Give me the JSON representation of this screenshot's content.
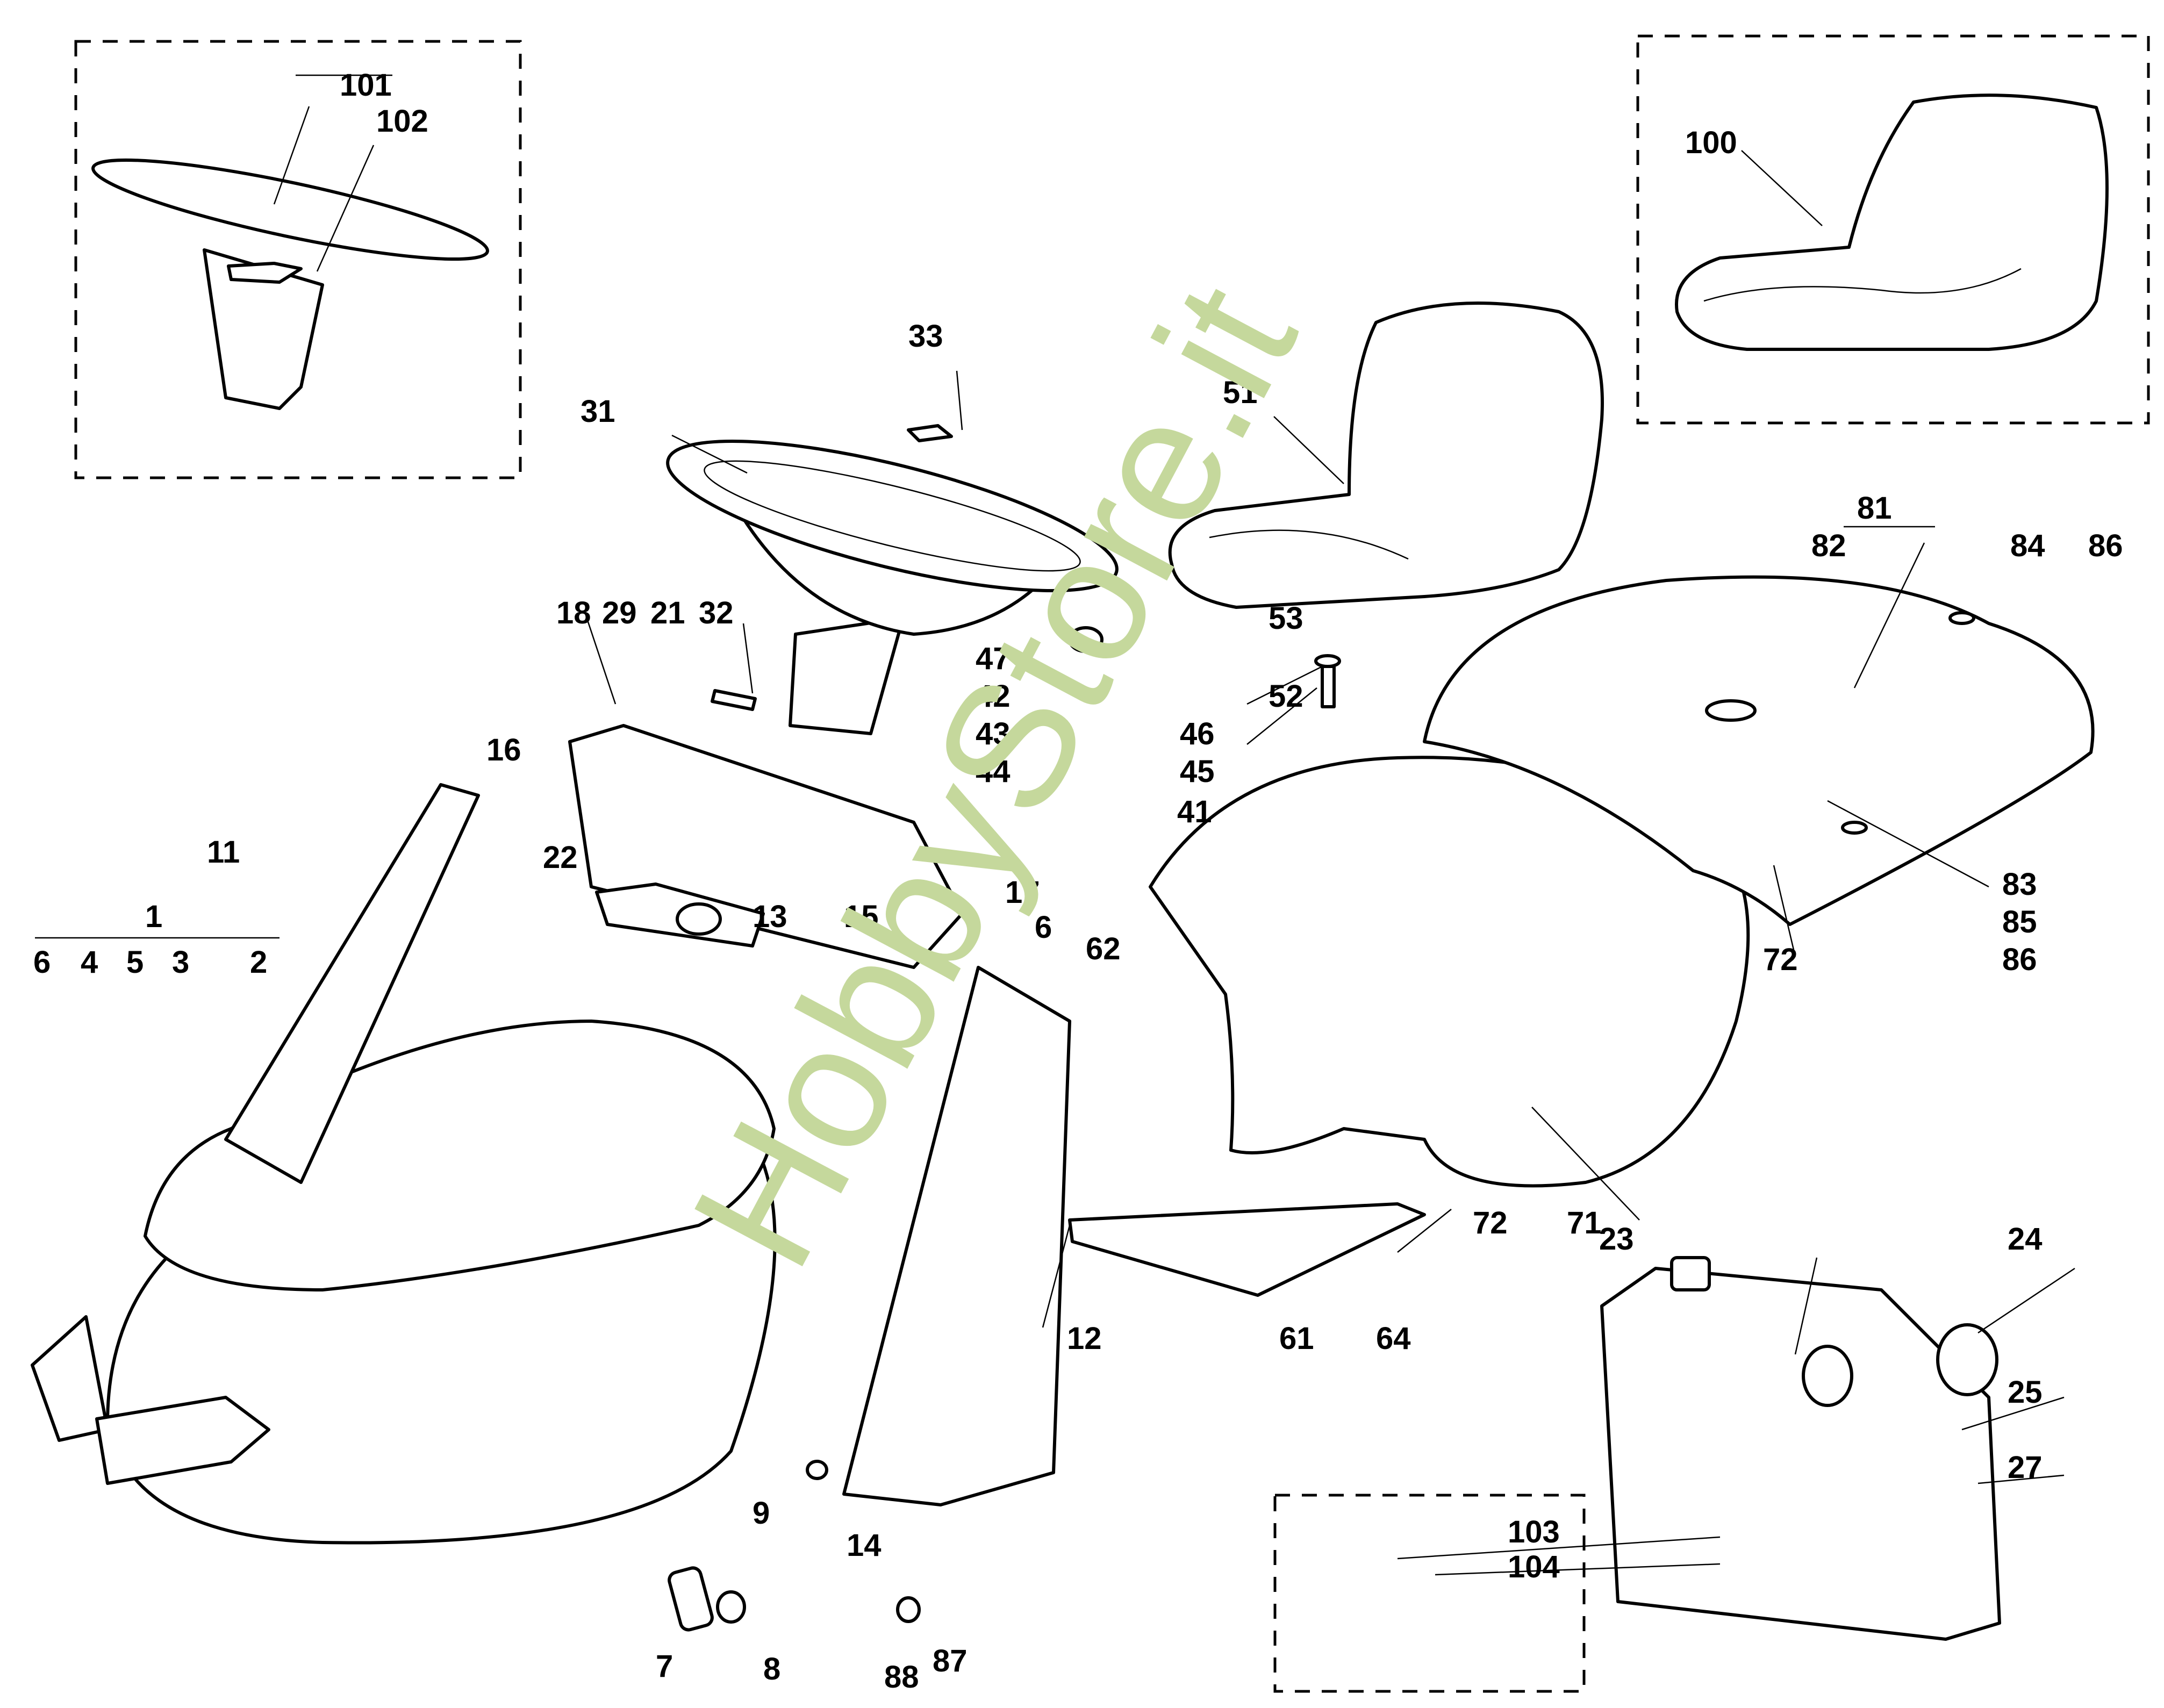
{
  "diagram": {
    "title": "Tractor body, seat, steering wheel and fuel tank exploded parts view",
    "watermark": "HobbyStore.it",
    "watermark_color": "#c5d89c",
    "line_color": "#000000",
    "background": "#ffffff",
    "insets": [
      {
        "name": "steering-wheel-alt",
        "parts": [
          "101",
          "102"
        ]
      },
      {
        "name": "seat-alt",
        "parts": [
          "100"
        ]
      },
      {
        "name": "tank-bracket-alt",
        "parts": [
          "103",
          "104"
        ]
      }
    ],
    "labels": {
      "p1": "1",
      "p2": "2",
      "p3": "3",
      "p4": "4",
      "p5": "5",
      "p6": "6",
      "p7": "7",
      "p8": "8",
      "p9": "9",
      "p11": "11",
      "p12": "12",
      "p13": "13",
      "p14": "14",
      "p15": "15",
      "p16": "16",
      "p17": "17",
      "p18": "18",
      "p21": "21",
      "p22": "22",
      "p23": "23",
      "p24": "24",
      "p25": "25",
      "p27": "27",
      "p29": "29",
      "p31": "31",
      "p32": "32",
      "p33": "33",
      "p41": "41",
      "p42": "42",
      "p43": "43",
      "p44": "44",
      "p45": "45",
      "p46": "46",
      "p47": "47",
      "p51": "51",
      "p52": "52",
      "p53": "53",
      "p6b": "6",
      "p61": "61",
      "p62": "62",
      "p64": "64",
      "p71": "71",
      "p72a": "72",
      "p72b": "72",
      "p81": "81",
      "p82": "82",
      "p83": "83",
      "p84": "84",
      "p85": "85",
      "p86a": "86",
      "p86b": "86",
      "p87": "87",
      "p88": "88",
      "p100": "100",
      "p101": "101",
      "p102": "102",
      "p103": "103",
      "p104": "104"
    }
  }
}
